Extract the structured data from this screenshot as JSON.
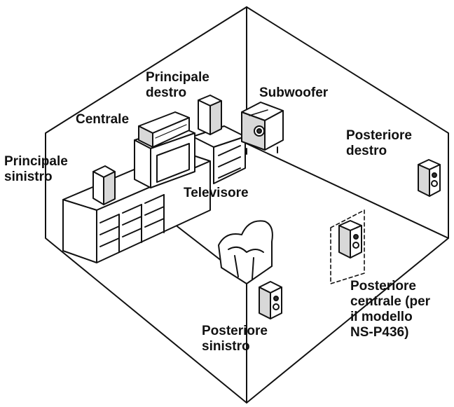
{
  "labels": {
    "main_right": [
      "Principale",
      "destro"
    ],
    "center": [
      "Centrale"
    ],
    "subwoofer": [
      "Subwoofer"
    ],
    "main_left": [
      "Principale",
      "sinistro"
    ],
    "tv": [
      "Televisore"
    ],
    "rear_right": [
      "Posteriore",
      "destro"
    ],
    "rear_center": [
      "Posteriore",
      "centrale (per",
      "il modello",
      "NS-P436)"
    ],
    "rear_left": [
      "Posteriore",
      "sinistro"
    ]
  },
  "colors": {
    "ink": "#111111",
    "fill": "#ffffff",
    "shade": "#d8d8d8",
    "dark": "#333333"
  }
}
